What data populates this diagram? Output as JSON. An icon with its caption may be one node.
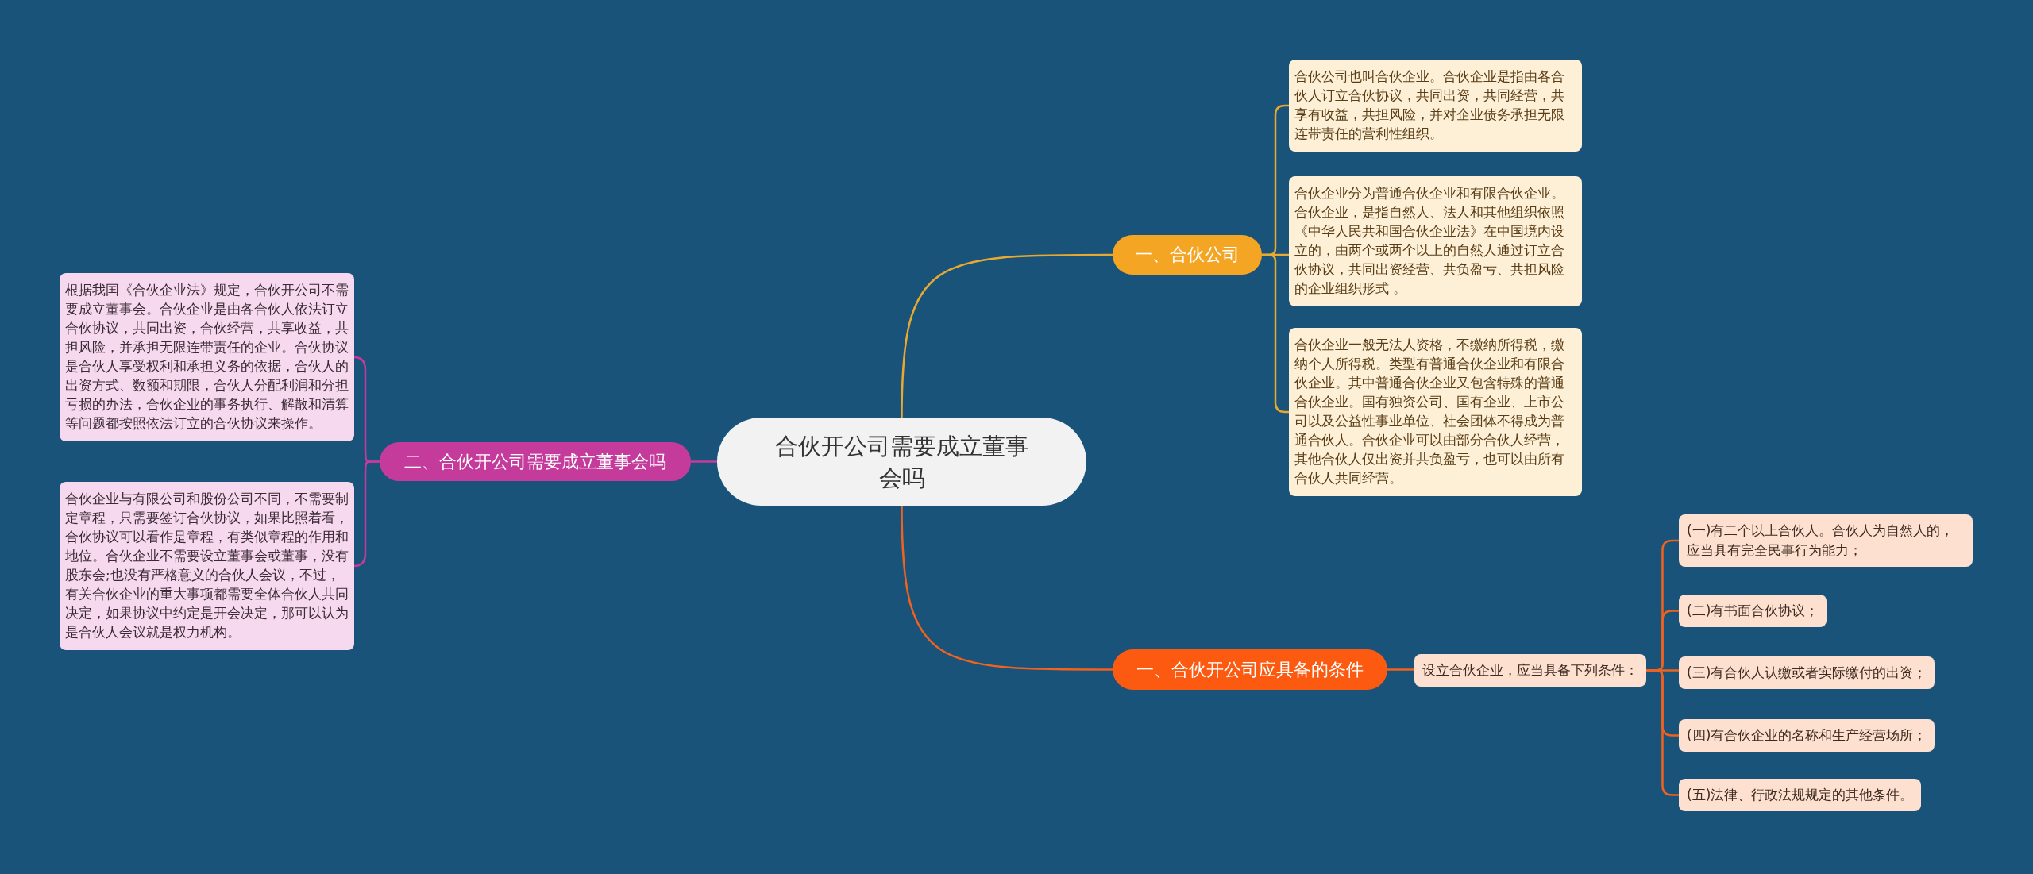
{
  "diagram": {
    "nodes": [
      {
        "text": [
          "合伙开公司需要成立董事会吗"
        ]
      },
      {
        "text": [
          "一、合伙公司"
        ]
      },
      {
        "text": [
          "合伙公司也叫合伙企业。合伙企业是指由各合伙人订立合伙协议，共同出资，共同经营，共享有收益，共担风险，并对企业债务承担无限连带责任的营利性组织。"
        ]
      },
      {
        "text": [
          "合伙企业分为普通合伙企业和有限合伙企业。合伙企业，是指自然人、法人和其他组织依照《中华人民共和国合伙企业法》在中国境内设立的，由两个或两个以上的自然人通过订立合伙协议，共同出资经营、共负盈亏、共担风险的企业组织形式 。"
        ]
      },
      {
        "text": [
          "合伙企业一般无法人资格，不缴纳所得税，缴纳个人所得税。类型有普通合伙企业和有限合伙企业。其中普通合伙企业又包含特殊的普通合伙企业。国有独资公司、国有企业、上市公司以及公益性事业单位、社会团体不得成为普通合伙人。合伙企业可以由部分合伙人经营，其他合伙人仅出资并共负盈亏，也可以由所有合伙人共同经营。"
        ]
      },
      {
        "text": [
          "二、合伙开公司需要成立董事会吗"
        ]
      },
      {
        "text": [
          "根据我国《合伙企业法》规定，合伙开公司不需要成立董事会。合伙企业是由各合伙人依法订立合伙协议，共同出资，合伙经营，共享收益，共担风险，并承担无限连带责任的企业。合伙协议是合伙人享受权利和承担义务的依据，合伙人的出资方式、数额和期限，合伙人分配利润和分担亏损的办法，合伙企业的事务执行、解散和清算等问题都按照依法订立的合伙协议来操作。"
        ]
      },
      {
        "text": [
          "合伙企业与有限公司和股份公司不同，不需要制定章程，只需要签订合伙协议，如果比照着看，合伙协议可以看作是章程，有类似章程的作用和地位。合伙企业不需要设立董事会或董事，没有股东会;也没有严格意义的合伙人会议，不过，有关合伙企业的重大事项都需要全体合伙人共同决定，如果协议中约定是开会决定，那可以认为是合伙人会议就是权力机构。"
        ]
      },
      {
        "text": [
          "一、合伙开公司应具备的条件"
        ]
      },
      {
        "text": [
          "设立合伙企业，应当具备下列条件："
        ]
      },
      {
        "text": [
          "(一)有二个以上合伙人。合伙人为自然人的，应当具有完全民事行为能力；"
        ]
      },
      {
        "text": [
          "(二)有书面合伙协议；"
        ]
      },
      {
        "text": [
          "(三)有合伙人认缴或者实际缴付的出资；"
        ]
      },
      {
        "text": [
          "(四)有合伙企业的名称和生产经营场所；"
        ]
      },
      {
        "text": [
          "(五)法律、行政法规规定的其他条件。"
        ]
      }
    ],
    "edges": [
      {
        "from": 0,
        "to": 1,
        "arrow": "none",
        "color": "#e8a930"
      },
      {
        "from": 1,
        "to": 2,
        "arrow": "none",
        "color": "#e8a930"
      },
      {
        "from": 1,
        "to": 3,
        "arrow": "none",
        "color": "#e8a930"
      },
      {
        "from": 1,
        "to": 4,
        "arrow": "none",
        "color": "#e8a930"
      },
      {
        "from": 0,
        "to": 5,
        "arrow": "none",
        "color": "#c43b9c"
      },
      {
        "from": 5,
        "to": 6,
        "arrow": "none",
        "color": "#c43b9c"
      },
      {
        "from": 5,
        "to": 7,
        "arrow": "none",
        "color": "#c43b9c"
      },
      {
        "from": 0,
        "to": 8,
        "arrow": "none"
      },
      {
        "from": 8,
        "to": 9,
        "arrow": "none"
      },
      {
        "from": 9,
        "to": 10,
        "arrow": "none"
      },
      {
        "from": 9,
        "to": 11,
        "arrow": "none"
      },
      {
        "from": 9,
        "to": 12,
        "arrow": "none"
      },
      {
        "from": 9,
        "to": 13,
        "arrow": "none"
      },
      {
        "from": 9,
        "to": 14,
        "arrow": "none"
      }
    ]
  }
}
